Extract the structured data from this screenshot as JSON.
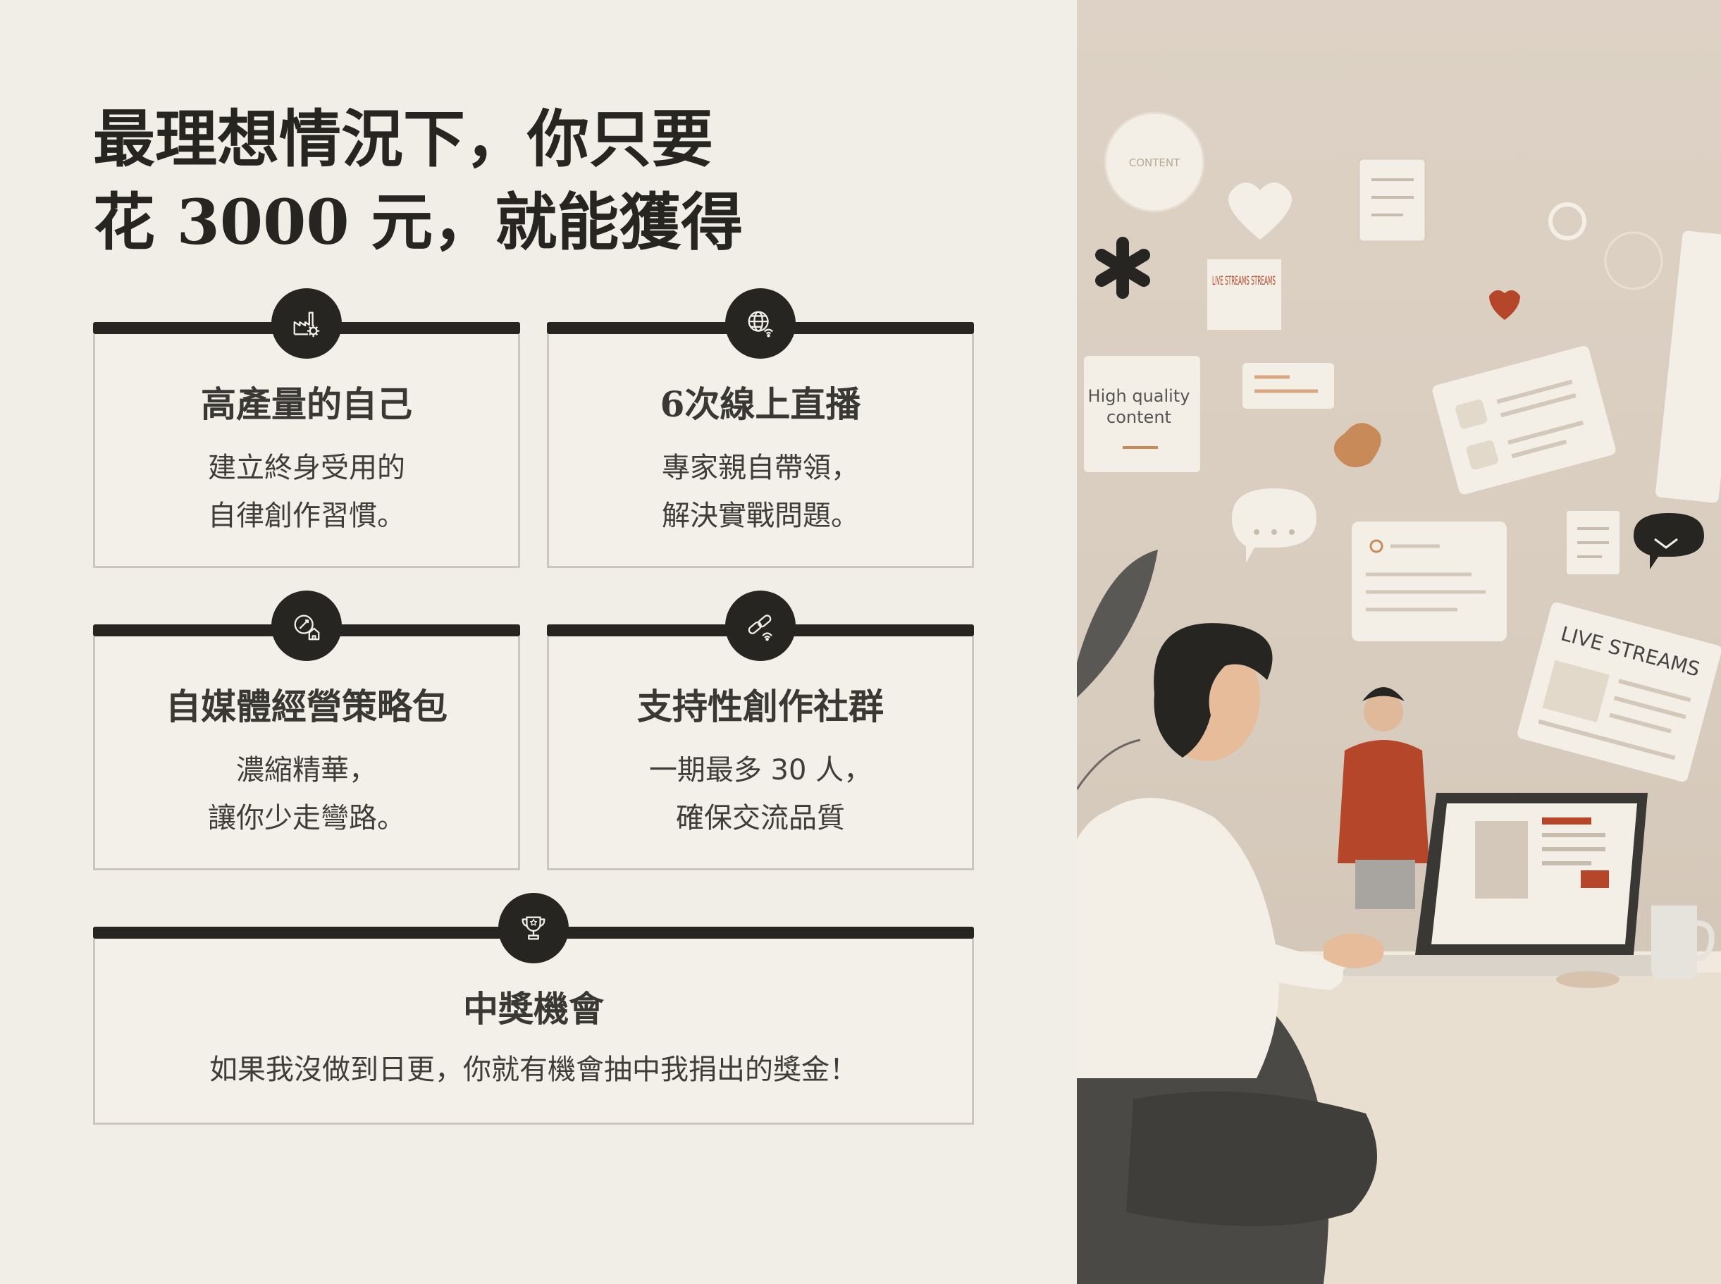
{
  "heading": {
    "line1": "最理想情況下，你只要",
    "line2": "花 3000 元，就能獲得"
  },
  "cards": [
    {
      "icon": "factory-gear-icon",
      "title": "高產量的自己",
      "line1": "建立終身受用的",
      "line2": "自律創作習慣。"
    },
    {
      "icon": "globe-wifi-icon",
      "title": "6次線上直播",
      "line1": "專家親自帶領，",
      "line2": "解決實戰問題。"
    },
    {
      "icon": "strategy-house-icon",
      "title": "自媒體經營策略包",
      "line1": "濃縮精華，",
      "line2": "讓你少走彎路。"
    },
    {
      "icon": "community-link-icon",
      "title": "支持性創作社群",
      "line1": "一期最多 30 人，",
      "line2": "確保交流品質"
    },
    {
      "icon": "trophy-icon",
      "title": "中獎機會",
      "line1": "如果我沒做到日更，你就有機會抽中我捐出的獎金！"
    }
  ],
  "illustration": {
    "note_content": "CONTENT",
    "note_live": "LIVE STREAMS STREAMS",
    "note_quality_1": "High quality",
    "note_quality_2": "content",
    "note_live_streams": "LIVE STREAMS"
  },
  "colors": {
    "background": "#f1eee7",
    "dark": "#262522",
    "border": "#cbc7c0",
    "accent": "#b5462a"
  }
}
